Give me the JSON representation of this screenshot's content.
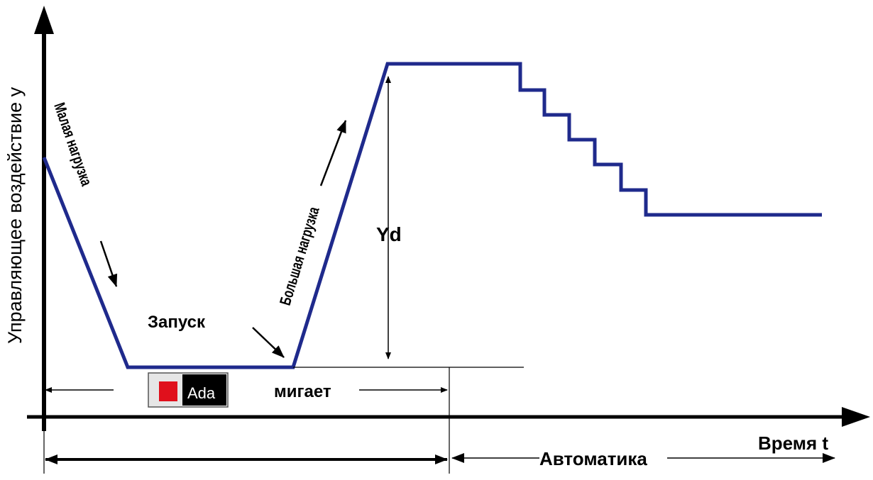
{
  "diagram": {
    "y_axis_label": "Управляющее воздействие y",
    "x_axis_label": "Время t",
    "labels": {
      "small_load": "Малая нагрузка",
      "large_load": "Большая нагрузка",
      "start": "Запуск",
      "yd": "Yd",
      "blinks": "мигает",
      "automatic": "Автоматика"
    },
    "indicator": {
      "text": "Ada",
      "led_color": "#e0101c"
    },
    "colors": {
      "curve": "#1f2a8c",
      "axes": "#000000"
    }
  }
}
